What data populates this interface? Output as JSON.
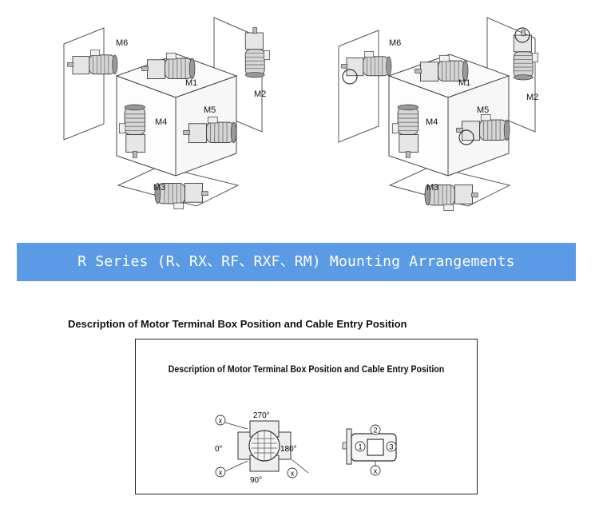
{
  "mounting_diagrams": {
    "left": {
      "labels": [
        "M6",
        "M1",
        "M2",
        "M4",
        "M5",
        "M3"
      ]
    },
    "right": {
      "labels": [
        "M6",
        "M1",
        "M2",
        "M4",
        "M5",
        "M3"
      ]
    }
  },
  "banner": {
    "text": "R Series (R、RX、RF、RXF、RM) Mounting Arrangements"
  },
  "section": {
    "heading": "Description of Motor Terminal Box Position and Cable Entry Position",
    "box_title": "Description of Motor Terminal Box Position and Cable Entry Position"
  },
  "terminal_positions": {
    "angles": [
      "270°",
      "0°",
      "180°",
      "90°"
    ],
    "cable_marker": "x"
  },
  "cable_entry": {
    "positions": [
      "1",
      "2",
      "3"
    ],
    "marker": "x"
  },
  "colors": {
    "banner": "#5b9be6",
    "banner_text": "#ffffff"
  }
}
